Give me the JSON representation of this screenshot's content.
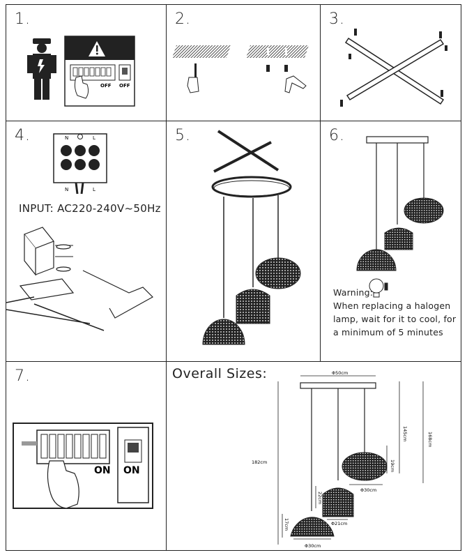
{
  "steps": {
    "s1": "1.",
    "s2": "2.",
    "s3": "3.",
    "s4": "4.",
    "s5": "5.",
    "s6": "6.",
    "s7": "7."
  },
  "step1": {
    "breaker_label": "OFF",
    "switch_label": "OFF"
  },
  "step4": {
    "terminal_top": [
      "N",
      "L"
    ],
    "terminal_bottom": [
      "N",
      "L"
    ],
    "input": "INPUT: AC220-240V~50Hz"
  },
  "step6": {
    "warning_title": "Warning:",
    "warning_line1": "When replacing a halogen",
    "warning_line2": "lamp, wait for it to cool, for",
    "warning_line3": "a minimum of 5 minutes"
  },
  "step7": {
    "breaker_label": "ON",
    "switch_label": "ON"
  },
  "overall": {
    "title": "Overall Sizes:",
    "canopy_width": "Φ50cm",
    "total_height": "182cm",
    "max_drop": "168cm",
    "mid_drop": "145cm",
    "small_height": "19cm",
    "small_width": "Φ30cm",
    "mid_height": "22cm",
    "mid_width": "Φ21cm",
    "large_height": "17cm",
    "large_width": "Φ30cm"
  },
  "colors": {
    "ink": "#222222",
    "hatch": "#333333",
    "panel": "#ffffff"
  }
}
